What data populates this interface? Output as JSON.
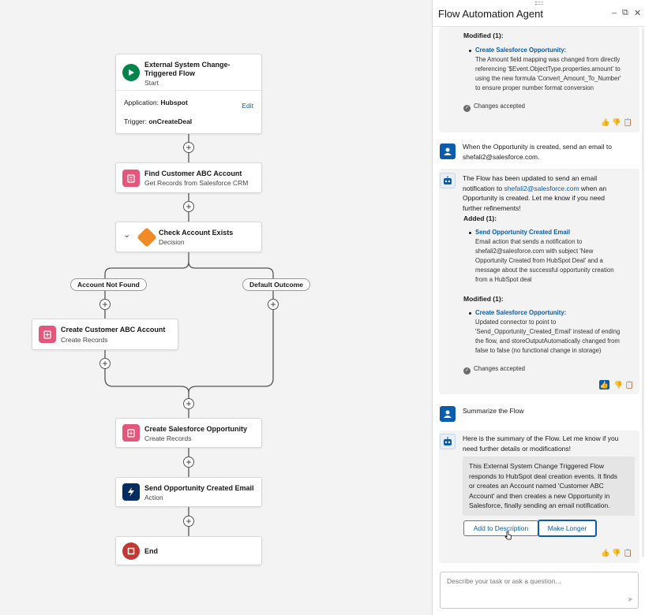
{
  "canvas": {
    "start": {
      "title_line1": "External System Change-",
      "title_line2": "Triggered Flow",
      "sub": "Start",
      "app_label": "Application:",
      "app_value": "Hubspot",
      "edit": "Edit",
      "trigger_label": "Trigger:",
      "trigger_value": "onCreateDeal"
    },
    "find": {
      "title": "Find Customer ABC Account",
      "sub": "Get Records from Salesforce CRM"
    },
    "decision": {
      "title": "Check Account Exists",
      "sub": "Decision"
    },
    "branch_left": "Account Not Found",
    "branch_right": "Default Outcome",
    "create_account": {
      "title": "Create Customer ABC Account",
      "sub": "Create Records"
    },
    "create_opp": {
      "title": "Create Salesforce Opportunity",
      "sub": "Create Records"
    },
    "send_email": {
      "title": "Send Opportunity Created Email",
      "sub": "Action"
    },
    "end": {
      "title": "End"
    },
    "chevron": "⌄"
  },
  "panel": {
    "title": "Flow Automation Agent",
    "btn_minimize": "_",
    "btn_popout": "⧉",
    "btn_close": "✕",
    "msg1": {
      "modified_heading": "Modified (1):",
      "item_link": "Create Salesforce Opportunity:",
      "item_lines": [
        "The Amount field mapping was changed from directly",
        "referencing '$Event.ObjectType.properties.amount' to",
        "using the new formula 'Convert_Amount_To_Number'",
        "to ensure proper number format conversion"
      ],
      "accepted": "Changes accepted"
    },
    "user1": {
      "line1": "When the Opportunity is created, send an email to",
      "line2": "shefali2@salesforce.com."
    },
    "msg2": {
      "intro_line1": "The Flow has been updated to send an email",
      "intro_line2_pre": "notification to ",
      "intro_line2_link": "shefali2@salesforce.com",
      "intro_line2_post": " when an",
      "intro_line3": "Opportunity is created. Let me know if you need",
      "intro_line4": "further refinements!",
      "added_heading": "Added (1):",
      "added_link": "Send Opportunity Created Email",
      "added_lines": [
        "Email action that sends a notification to",
        "shefali2@salesforce.com with subject 'New",
        "Opportunity Created from HubSpot Deal' and a",
        "message about the successful opportunity creation",
        "from a HubSpot deal"
      ],
      "modified_heading": "Modified (1):",
      "modified_link": "Create Salesforce Opportunity:",
      "modified_lines": [
        "Updated connector to point to",
        "'Send_Opportunity_Created_Email' instead of ending",
        "the flow, and storeOutputAutomatically changed from",
        "false to false (no functional change in storage)"
      ],
      "accepted": "Changes accepted"
    },
    "user2": {
      "text": "Summarize the Flow"
    },
    "msg3": {
      "line1": "Here is the summary of the Flow. Let me know if you",
      "line2": "need further details or modifications!",
      "summary_lines": [
        "This External System Change Triggered Flow",
        "responds to HubSpot deal creation events. It finds",
        "or creates an Account named 'Customer ABC",
        "Account' and then creates a new Opportunity in",
        "Salesforce, finally sending an email notification."
      ],
      "btn_add": "Add to Description",
      "btn_longer": "Make Longer"
    },
    "feedback": {
      "up": "👍",
      "down": "👎",
      "copy": "📋"
    },
    "composer_placeholder": "Describe your task or ask a question...",
    "send": "➤"
  }
}
